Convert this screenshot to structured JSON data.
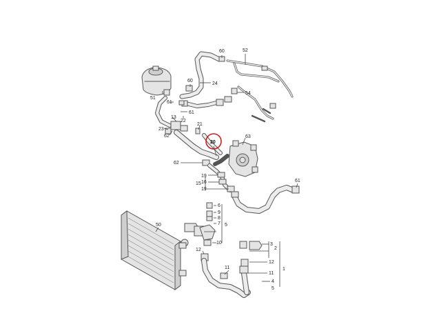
{
  "diagram": {
    "highlight_color": "#d11a1a",
    "highlighted_part": "20",
    "callouts": {
      "c60a": "60",
      "c52": "52",
      "c60b": "60",
      "c24": "24",
      "c54": "54",
      "c51": "51",
      "c61a": "61",
      "c61b": "61",
      "c22": "22",
      "c13": "13",
      "c23": "23",
      "c62a": "62",
      "c21": "21",
      "c20": "20",
      "c63": "63",
      "c62b": "62",
      "c19a": "19",
      "c16": "16",
      "c15": "15",
      "c19b": "19",
      "c61c": "61",
      "c6": "6",
      "c9": "9",
      "c8": "8",
      "c7": "7",
      "c5a": "5",
      "c50": "50",
      "c10": "10",
      "c12a": "12",
      "c3": "3",
      "c2": "2",
      "c12b": "12",
      "c11a": "11",
      "c11b": "11",
      "c1": "1",
      "c4": "4",
      "c5b": "5"
    }
  }
}
